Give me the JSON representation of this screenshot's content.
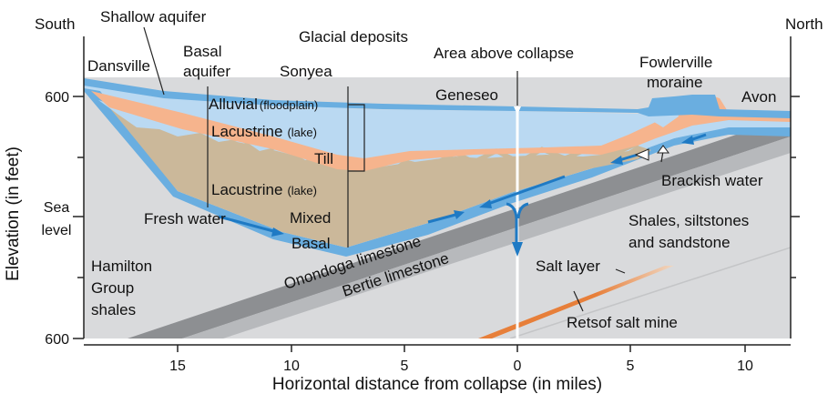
{
  "direction": {
    "left": "South",
    "right": "North"
  },
  "axes": {
    "y_title": "Elevation (in feet)",
    "y_ticks": [
      "600",
      "Sea",
      "level",
      "600"
    ],
    "x_title": "Horizontal distance from collapse (in miles)",
    "x_ticks": [
      "15",
      "10",
      "5",
      "0",
      "5",
      "10"
    ]
  },
  "labels": {
    "shallow_aquifer": "Shallow aquifer",
    "basal": "Basal",
    "aquifer": "aquifer",
    "glacial_deposits": "Glacial deposits",
    "sonyea": "Sonyea",
    "area_above_collapse": "Area above collapse",
    "fowlerville": "Fowlerville",
    "moraine": "moraine",
    "dansville": "Dansville",
    "geneseo": "Geneseo",
    "avon": "Avon",
    "alluvial": "Alluvial",
    "floodplain": "(floodplain)",
    "lacustrine_1": "Lacustrine",
    "lake_1": "(lake)",
    "till": "Till",
    "lacustrine_2": "Lacustrine",
    "lake_2": "(lake)",
    "mixed": "Mixed",
    "basal_layer": "Basal",
    "fresh_water": "Fresh water",
    "brackish_water": "Brackish water",
    "shales_1": "Shales, siltstones",
    "shales_2": "and sandstone",
    "hamilton_1": "Hamilton",
    "hamilton_2": "Group",
    "hamilton_3": "shales",
    "onondoga": "Onondoga limestone",
    "bertie": "Bertie limestone",
    "salt_layer": "Salt layer",
    "retsof": "Retsof salt mine"
  },
  "colors": {
    "bedrock": "#d9dadc",
    "limestone_dark": "#8d8f92",
    "limestone_light": "#b7b9bc",
    "aquifer_blue": "#6aaee0",
    "lacustrine_blue": "#bad9f2",
    "till_orange": "#f6b48d",
    "mixed_tan": "#cbb89a",
    "salt_orange": "#e77f3a",
    "flow_arrow": "#1f7ac4"
  }
}
